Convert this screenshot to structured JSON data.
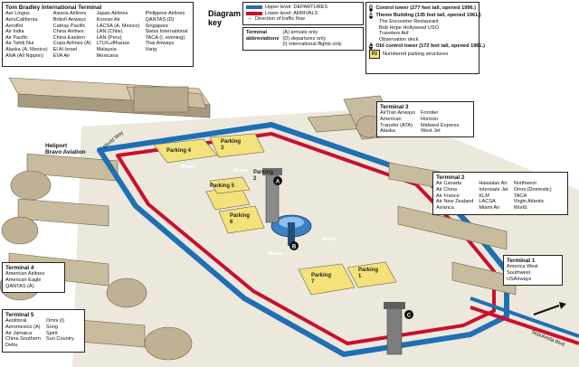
{
  "diagram_key": "Diagram\nkey",
  "legend": {
    "departures": "Upper level: DEPARTURES",
    "arrivals": "Lower level: ARRIVALS",
    "traffic": "Direction of traffic flow",
    "abbrev_title": "Terminal\nabbreviations",
    "abbrev": [
      "(A) arrivals only",
      "(D) departures only",
      "(I) international flights only"
    ],
    "control_tower": "Control tower (277 feet tall, opened 1996.)",
    "theme_building": "Theme Building (135 feet tall, opened 1961.)",
    "theme_items": [
      "The Encounter Restaurant",
      "Bob Hope Hollywood USO",
      "Travelers Aid",
      "Observation deck"
    ],
    "old_tower": "Old control tower (172 feet tall, opened 1961.)",
    "parking_note": "Numbered parking structures",
    "marker_a": "A",
    "marker_b": "B",
    "marker_c": "C",
    "marker_p": "P2"
  },
  "tbit": {
    "title": "Tom Bradley International Terminal",
    "col1": [
      "Aer Lingus",
      "AeroCalifornia",
      "Aeroflot",
      "Air India",
      "Air Pacific",
      "Air Tahiti Nui",
      "Alaska (A, Mexico)",
      "ANA (All Nippon)"
    ],
    "col2": [
      "Asiana Airlines",
      "British Airways",
      "Cathay Pacific",
      "China Airlines",
      "China Eastern",
      "Copa Airlines (A)",
      "El Al Israel",
      "EVA Air"
    ],
    "col3": [
      "Japan Airlines",
      "Korean Air",
      "LACSA (A, Mexico)",
      "LAN (Chile)",
      "LAN (Peru)",
      "LTU/Lufthansa",
      "Malaysia",
      "Mexicana"
    ],
    "col4": [
      "Philippine Airlines",
      "QANTAS (D)",
      "Singapore",
      "Swiss International",
      "TACA (I, evening)",
      "Thai Airways",
      "Varig"
    ]
  },
  "terminal3": {
    "title": "Terminal 3",
    "col1": [
      "AirTran Airways",
      "American",
      "Transfer (ATA)",
      "Alaska"
    ],
    "col2": [
      "Frontier",
      "Horizon",
      "Midwest Express",
      "West Jet"
    ]
  },
  "terminal2": {
    "title": "Terminal 2",
    "col1": [
      "Air Canada",
      "Air China",
      "Air France",
      "Air New Zealand",
      "Avianca"
    ],
    "col2": [
      "Hawaiian Air",
      "Interstate Jet",
      "KLM",
      "LACSA",
      "Miami Air"
    ],
    "col3": [
      "Northwest",
      "Omni (Domestic)",
      "TACA",
      "Virgin Atlantic",
      "World"
    ]
  },
  "terminal1": {
    "title": "Terminal 1",
    "items": [
      "America West",
      "Southwest",
      "USAirways"
    ]
  },
  "terminal4": {
    "title": "Terminal 4",
    "items": [
      "American Airlines",
      "American Eagle",
      "QANTAS (A)"
    ]
  },
  "terminal5": {
    "title": "Terminal 5",
    "col1": [
      "Aeolitoral",
      "Aeromexico (A)",
      "Air Jamaica",
      "China Southern",
      "Delta"
    ],
    "col2": [
      "Omni (I)",
      "Song",
      "Spirit",
      "Sun Country"
    ]
  },
  "helipad": {
    "title": "Heliport",
    "sub": "Bravo Aviation"
  },
  "parking": {
    "p1": "Parking\n1",
    "p2": "Parking\n2",
    "p3": "Parking\n3",
    "p4": "Parking 4",
    "p5": "Parking 5",
    "p6": "Parking\n6",
    "p7": "Parking\n7"
  },
  "roads": {
    "meters1": "Meters",
    "meters2": "Meters",
    "meters3": "Meters",
    "meters4": "Meters",
    "world_way": "World Way",
    "sepulveda": "Sepulveda Blvd."
  },
  "colors": {
    "departures": "#1f6fb5",
    "arrivals": "#c8102e",
    "building": "#c2b49a",
    "parking": "#f3e27a",
    "ground": "#e8e2d4"
  }
}
